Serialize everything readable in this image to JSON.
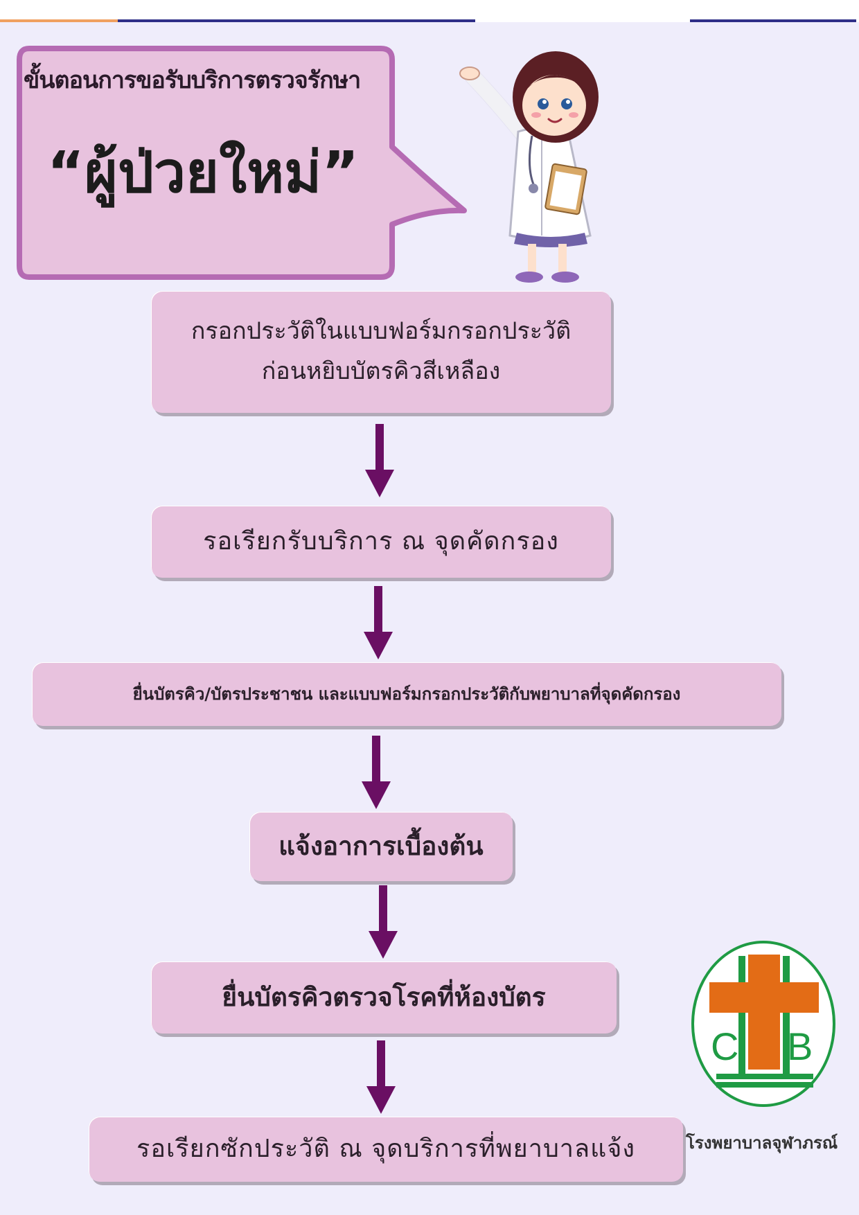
{
  "header": {
    "subtitle": "ขั้นตอนการขอรับบริการตรวจรักษา",
    "title": "“ผู้ป่วยใหม่”"
  },
  "steps": [
    {
      "line1": "กรอกประวัติในแบบฟอร์มกรอกประวัติ",
      "line2": "ก่อนหยิบบัตรคิวสีเหลือง"
    },
    {
      "line1": "รอเรียกรับบริการ  ณ  จุดคัดกรอง"
    },
    {
      "line1": "ยื่นบัตรคิว/บัตรประชาชน  และแบบฟอร์มกรอกประวัติกับพยาบาลที่จุดคัดกรอง"
    },
    {
      "line1": "แจ้งอาการเบื้องต้น"
    },
    {
      "line1": "ยื่นบัตรคิวตรวจโรคที่ห้องบัตร"
    },
    {
      "line1": "รอเรียกซักประวัติ  ณ  จุดบริการที่พยาบาลแจ้ง"
    }
  ],
  "logo": {
    "letter_left": "C",
    "letter_right": "B",
    "caption": "โรงพยาบาลจุฬาภรณ์"
  },
  "colors": {
    "background": "#efedfb",
    "step_fill": "#e8c2de",
    "arrow": "#6a0f63",
    "bubble_fill": "#e8c2de",
    "bubble_border": "#b56bb3",
    "logo_green": "#1f9b44",
    "logo_orange": "#e36c16"
  },
  "icons": {
    "arrow": "arrow-down-icon",
    "mascot": "doctor-mascot-icon",
    "logo": "hospital-cross-logo-icon"
  }
}
